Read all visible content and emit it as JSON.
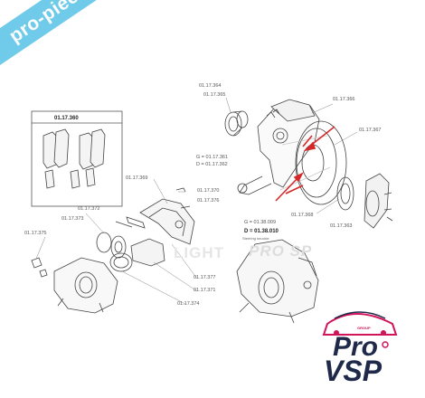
{
  "banner": {
    "text": "pro-piece-vsp.com"
  },
  "watermark": {
    "left": "LIGHT",
    "right": "PRO SP"
  },
  "logo": {
    "group": "GROUP",
    "line1": "Pro",
    "line2": "VSP",
    "pink": "#d2145a",
    "navy": "#1f2a4a"
  },
  "parts": {
    "p360": "01.17.360",
    "p364": "01.17.364",
    "p365": "01.17.365",
    "p366": "01.17.366",
    "p367": "01.17.367",
    "p361g": "G = 01.17.361",
    "p362d": "D = 01.17.362",
    "p369": "01.17.369",
    "p370": "01.17.370",
    "p376": "01.17.376",
    "p372": "01.17.372",
    "p373": "01.17.373",
    "p375": "01.17.375",
    "p368": "01.17.368",
    "p363": "01.17.363",
    "p009g": "G = 01.38.009",
    "p010d": "D = 01.38.010",
    "p377": "01.17.377",
    "p371": "01.17.371",
    "p374": "01.17.374",
    "knuckle_note": "Steering knuckle"
  }
}
